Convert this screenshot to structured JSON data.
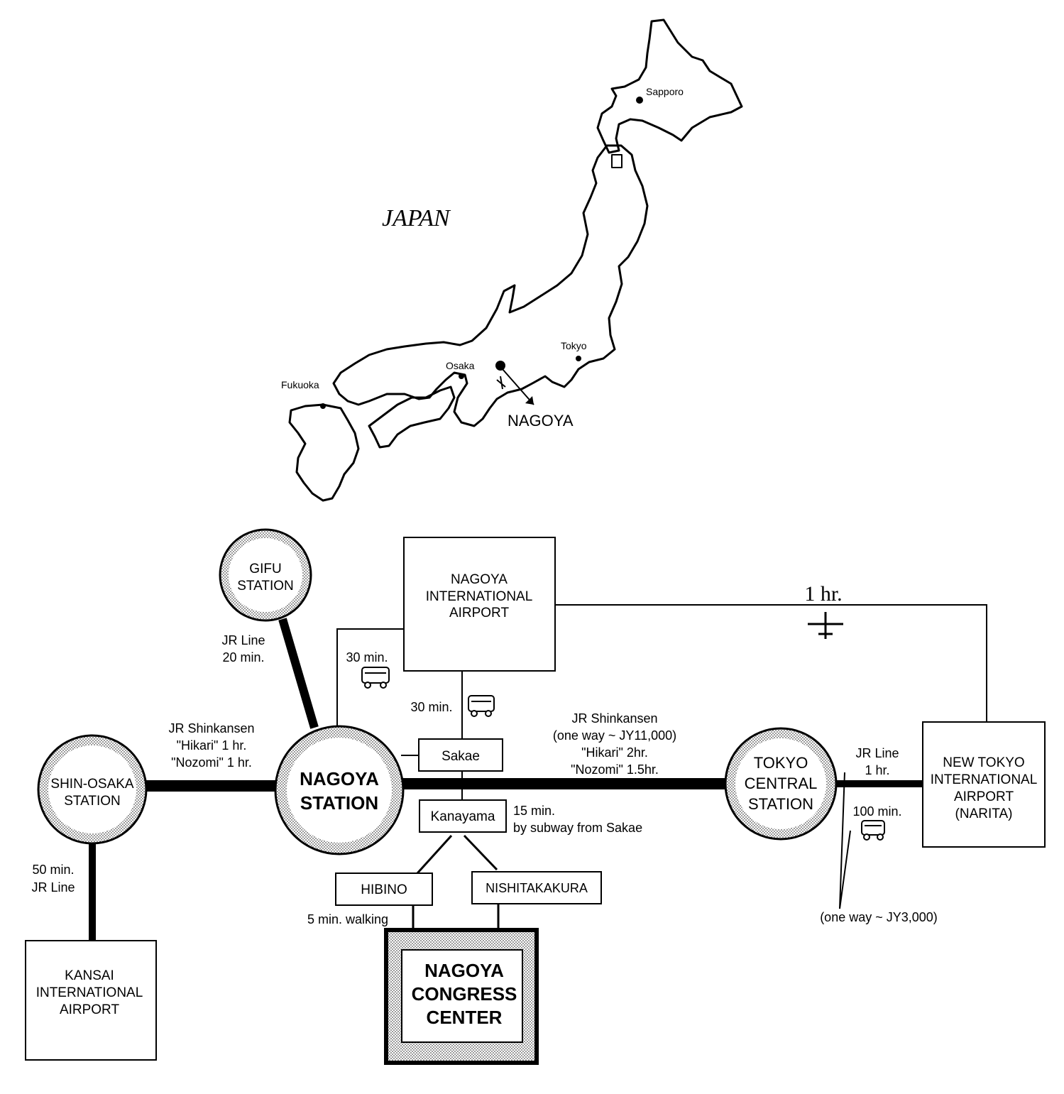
{
  "map": {
    "country_label": "JAPAN",
    "cities": {
      "sapporo": "Sapporo",
      "tokyo": "Tokyo",
      "osaka": "Osaka",
      "fukuoka": "Fukuoka",
      "nagoya": "NAGOYA"
    }
  },
  "stations": {
    "gifu": [
      "GIFU",
      "STATION"
    ],
    "shin_osaka": [
      "SHIN-OSAKA",
      "STATION"
    ],
    "nagoya": [
      "NAGOYA",
      "STATION"
    ],
    "tokyo": [
      "TOKYO",
      "CENTRAL",
      "STATION"
    ]
  },
  "boxes": {
    "nagoya_airport": [
      "NAGOYA",
      "INTERNATIONAL",
      "AIRPORT"
    ],
    "kansai_airport": [
      "KANSAI",
      "INTERNATIONAL",
      "AIRPORT"
    ],
    "narita": [
      "NEW TOKYO",
      "INTERNATIONAL",
      "AIRPORT",
      "(NARITA)"
    ],
    "sakae": "Sakae",
    "kanayama": "Kanayama",
    "hibino": "HIBINO",
    "nishitakakura": "NISHITAKAKURA",
    "congress": [
      "NAGOYA",
      "CONGRESS",
      "CENTER"
    ]
  },
  "routes": {
    "gifu_jr": [
      "JR Line",
      "20 min."
    ],
    "osaka_shinkansen": [
      "JR Shinkansen",
      "\"Hikari\" 1 hr.",
      "\"Nozomi\" 1 hr."
    ],
    "kansai_jr": [
      "50 min.",
      "JR Line"
    ],
    "airport_bus_left": "30 min.",
    "airport_bus_mid": "30 min.",
    "tokyo_shinkansen": [
      "JR Shinkansen",
      "(one way ~ JY11,000)",
      "\"Hikari\" 2hr.",
      "\"Nozomi\" 1.5hr."
    ],
    "subway": [
      "15 min.",
      "by subway from Sakae"
    ],
    "walking": "5 min. walking",
    "flight": "1 hr.",
    "narita_jr": [
      "JR Line",
      "1 hr."
    ],
    "narita_bus": "100 min.",
    "narita_fare": "(one way ~ JY3,000)"
  }
}
